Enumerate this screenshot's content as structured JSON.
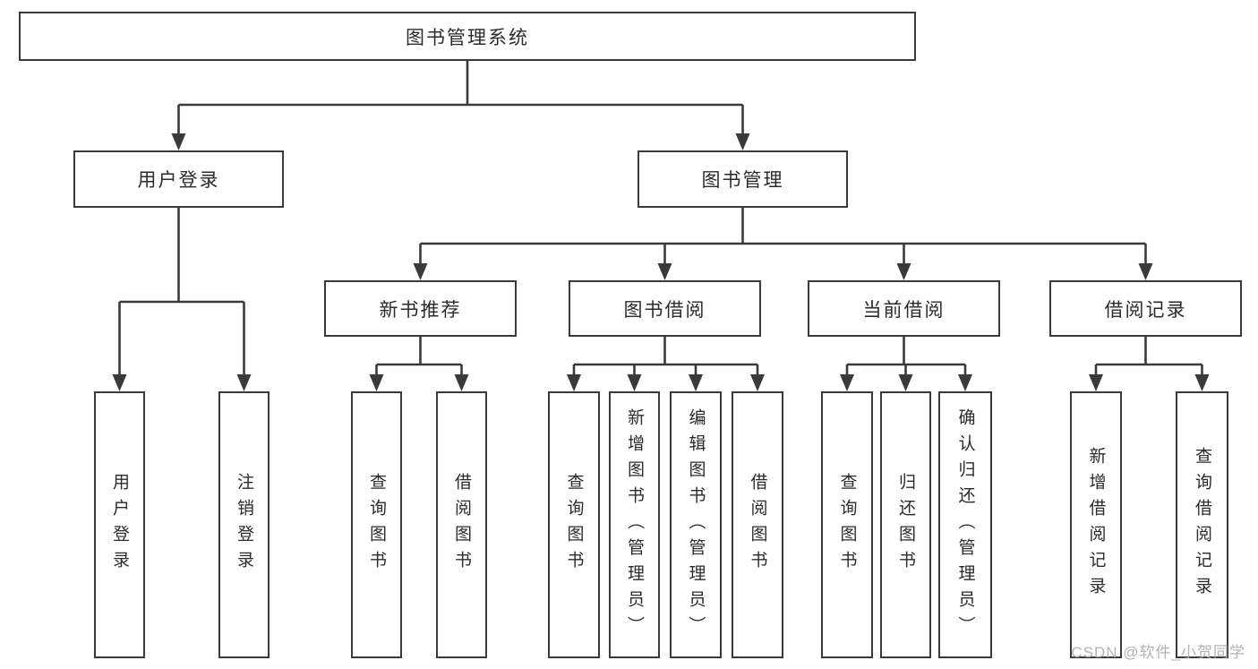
{
  "tree": {
    "root": {
      "label": "图书管理系统"
    },
    "branches": [
      {
        "label": "用户登录",
        "children": [
          {
            "label": "用户登录"
          },
          {
            "label": "注销登录"
          }
        ]
      },
      {
        "label": "图书管理",
        "children": [
          {
            "label": "新书推荐",
            "children": [
              {
                "label": "查询图书"
              },
              {
                "label": "借阅图书"
              }
            ]
          },
          {
            "label": "图书借阅",
            "children": [
              {
                "label": "查询图书"
              },
              {
                "label": "新增图书（管理员）"
              },
              {
                "label": "编辑图书（管理员）"
              },
              {
                "label": "借阅图书"
              }
            ]
          },
          {
            "label": "当前借阅",
            "children": [
              {
                "label": "查询图书"
              },
              {
                "label": "归还图书"
              },
              {
                "label": "确认归还（管理员）"
              }
            ]
          },
          {
            "label": "借阅记录",
            "children": [
              {
                "label": "新增借阅记录"
              },
              {
                "label": "查询借阅记录"
              }
            ]
          }
        ]
      }
    ]
  },
  "watermark": {
    "text": "CSDN @软件_小贺同学"
  },
  "colors": {
    "line": "#3a3a3a",
    "box_border": "#3a3a3a",
    "text": "#2b2b2b",
    "watermark": "#acacac",
    "background": "#ffffff"
  }
}
